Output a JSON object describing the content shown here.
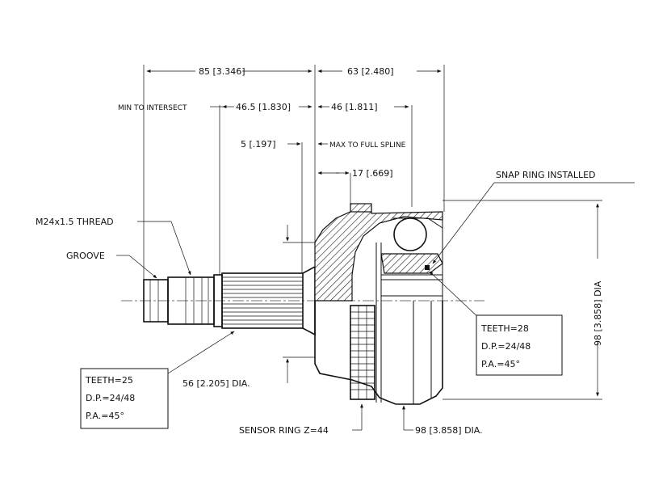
{
  "dimensions": {
    "overall_left": "85 [3.346]",
    "overall_right": "63 [2.480]",
    "min_intersect_label": "MIN TO INTERSECT",
    "min_intersect": "46.5 [1.830]",
    "spline_right": "46 [1.811]",
    "small_offset": "5 [.197]",
    "max_full_spline": "MAX TO FULL SPLINE",
    "hub_offset": "17 [.669]",
    "height_dia": "98 [3.858] DIA",
    "stem_dia": "56 [2.205] DIA.",
    "bottom_dia": "98 [3.858] DIA."
  },
  "callouts": {
    "snap_ring": "SNAP RING INSTALLED",
    "thread": "M24x1.5 THREAD",
    "groove": "GROOVE",
    "sensor_ring": "SENSOR RING Z=44"
  },
  "spec_left": {
    "teeth": "TEETH=25",
    "dp": "D.P.=24/48",
    "pa": "P.A.=45°"
  },
  "spec_right": {
    "teeth": "TEETH=28",
    "dp": "D.P.=24/48",
    "pa": "P.A.=45°"
  }
}
